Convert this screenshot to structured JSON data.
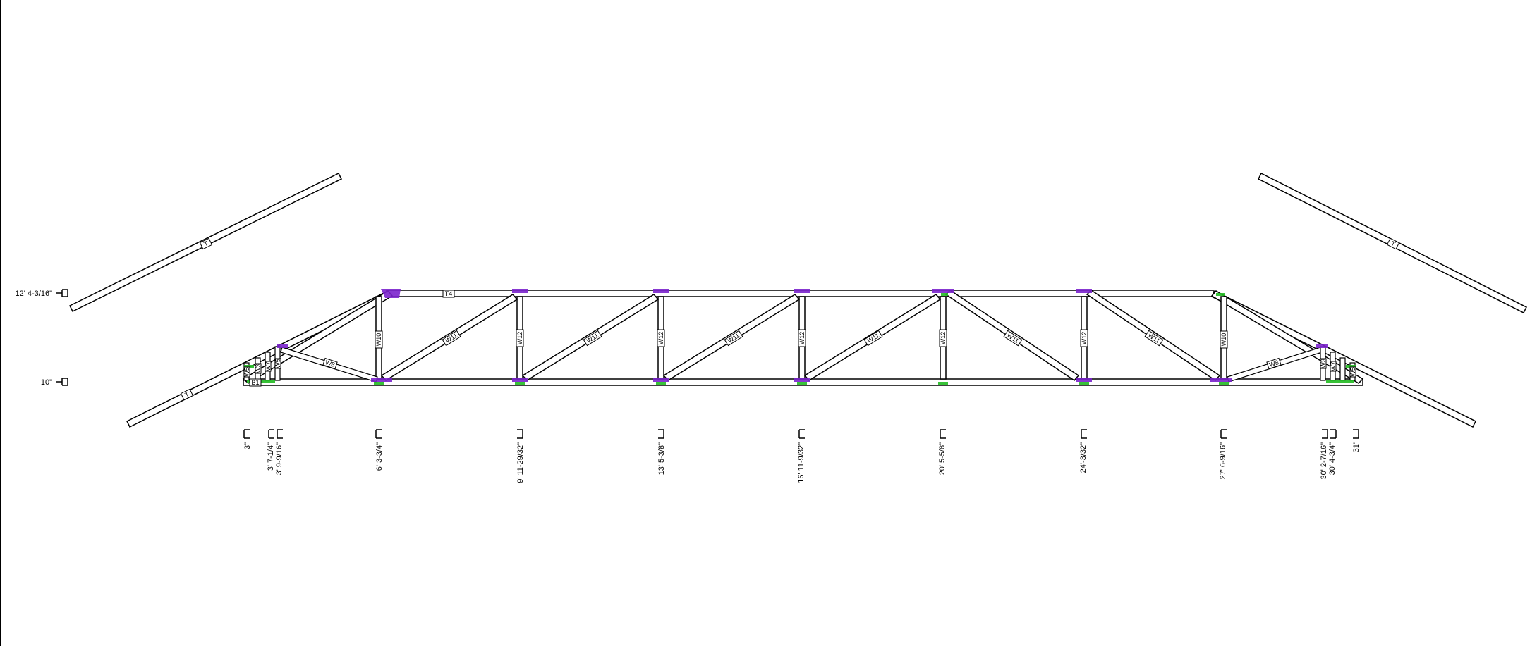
{
  "drawing": {
    "height_dims": [
      "12' 4-3/16\"",
      "10\""
    ],
    "positions": [
      "3\"",
      "3' 7-1/4\"",
      "3' 9-9/16\"",
      "6' 3-3/4\"",
      "9' 11-29/32\"",
      "13' 5-3/8\"",
      "16' 11-9/32\"",
      "20' 5-5/8\"",
      "24'-3/32\"",
      "27' 6-9/16\"",
      "30' 2-7/16\"",
      "30' 4-3/4\"",
      "31'"
    ],
    "members": {
      "top_chord": "T4",
      "left_overhang": "T",
      "right_overhang": "T",
      "left_bottom": "B1",
      "verticals": [
        "W10",
        "W12",
        "W12",
        "W12",
        "W12",
        "W12",
        "W10"
      ],
      "diagonals": [
        "W11",
        "W11",
        "W11",
        "W11",
        "W11",
        "W11"
      ],
      "end_webs_left": [
        "W8",
        "W5",
        "W3",
        "W7",
        "W5"
      ],
      "end_webs_right": [
        "W8",
        "W3",
        "W7",
        "W5"
      ]
    },
    "colors": {
      "line": "#000000",
      "plate_green": "#22bb22",
      "plate_purple": "#7a22cc"
    }
  }
}
